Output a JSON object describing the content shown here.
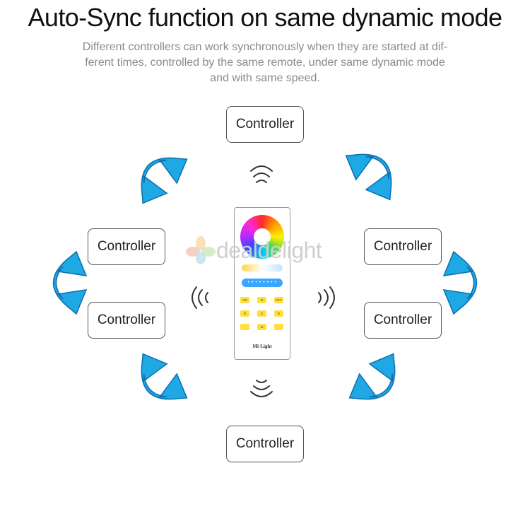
{
  "header": {
    "title": "Auto-Sync function on same dynamic mode",
    "subtitle_lines": [
      "Different controllers can work synchronously when they are started at dif-",
      "ferent times, controlled by the same remote, under same dynamic mode",
      "and with same speed."
    ]
  },
  "controllers": {
    "top": "Controller",
    "left_upper": "Controller",
    "left_lower": "Controller",
    "right_upper": "Controller",
    "right_lower": "Controller",
    "bottom": "Controller"
  },
  "remote": {
    "brand": "Mi·Light",
    "buttons": [
      "ON",
      "M",
      "OFF",
      "R",
      "G",
      "B",
      "",
      "W",
      ""
    ]
  },
  "watermark": {
    "text": "dealdelight"
  },
  "colors": {
    "arrow": "#1ea8e4",
    "arrow_outline": "#0d6fb0",
    "wave": "#333333"
  },
  "icons": {
    "signal_waves": "signal-wave-icon",
    "sync_arrows": "curved-double-arrow-icon"
  }
}
